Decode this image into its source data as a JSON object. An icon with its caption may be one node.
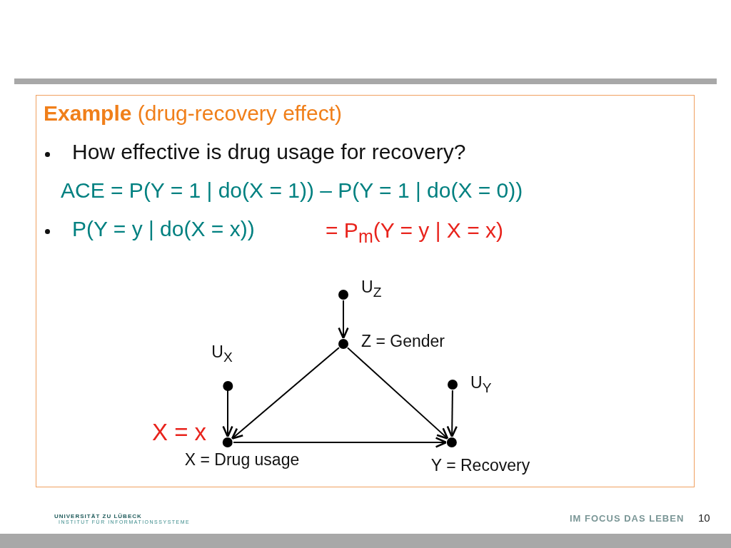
{
  "diagram": {
    "nodes": [
      {
        "text": [
          "**Example** (drug-recovery effect)"
        ]
      },
      {
        "text": [
          "U$_{Z}$"
        ],
        "in": 0
      },
      {
        "text": [
          "Z = Gender"
        ],
        "in": 0
      },
      {
        "text": [
          "U$_{X}$"
        ],
        "in": 0
      },
      {
        "text": [
          "U$_{Y}$"
        ],
        "in": 0
      },
      {
        "text": [
          "X = Drug usage"
        ],
        "beside": [
          "X = x"
        ],
        "in": 0
      },
      {
        "text": [
          "Y = Recovery"
        ],
        "in": 0
      }
    ],
    "edges": [
      {
        "from": 1,
        "to": 2,
        "arrow": "to"
      },
      {
        "from": 2,
        "to": 5,
        "arrow": "to"
      },
      {
        "from": 2,
        "to": 6,
        "arrow": "to"
      },
      {
        "from": 3,
        "to": 5,
        "arrow": "to"
      },
      {
        "from": 4,
        "to": 6,
        "arrow": "to"
      },
      {
        "from": 5,
        "to": 6,
        "arrow": "to"
      }
    ],
    "labels": [
      "How effective is drug usage for recovery?",
      "ACE = P(Y = 1 | do(X = 1)) – P(Y = 1 | do(X = 0))",
      "P(Y = y | do(X = x))",
      "= P$_{m}$(Y = y | X = x)",
      "UNIVERSITÄT ZU LÜBECK",
      "INSTITUT FÜR INFORMATIONSSYSTEME",
      "IM FOCUS DAS LEBEN",
      "10"
    ]
  }
}
